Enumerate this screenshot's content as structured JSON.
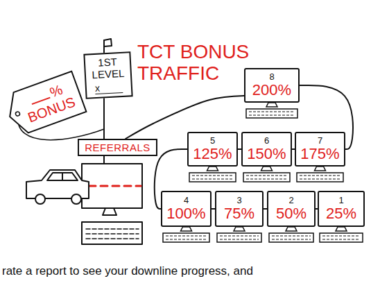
{
  "diagram": {
    "title": "TCT BONUS TRAFFIC",
    "nodes": [
      {
        "text": [
          "1ST LEVEL",
          "x"
        ]
      },
      {
        "text": [
          "%",
          "BONUS"
        ]
      },
      {
        "text": [
          "REFERRALS"
        ]
      },
      {
        "text": [
          "8",
          "200%"
        ]
      },
      {
        "text": [
          "5",
          "125%"
        ]
      },
      {
        "text": [
          "6",
          "150%"
        ]
      },
      {
        "text": [
          "7",
          "175%"
        ]
      },
      {
        "text": [
          "4",
          "100%"
        ]
      },
      {
        "text": [
          "3",
          "75%"
        ]
      },
      {
        "text": [
          "2",
          "50%"
        ]
      },
      {
        "text": [
          "1",
          "25%"
        ]
      }
    ],
    "edges": [
      {
        "from": 10,
        "to": 9,
        "arrow": "none"
      },
      {
        "from": 9,
        "to": 8,
        "arrow": "none"
      },
      {
        "from": 8,
        "to": 7,
        "arrow": "none"
      },
      {
        "from": 7,
        "to": 4,
        "arrow": "none"
      },
      {
        "from": 4,
        "to": 5,
        "arrow": "none"
      },
      {
        "from": 5,
        "to": 6,
        "arrow": "none"
      },
      {
        "from": 6,
        "to": 3,
        "arrow": "none"
      },
      {
        "from": 2,
        "to": 3,
        "arrow": "none"
      }
    ],
    "labels": [
      "rate a report to see your downline progress, and"
    ]
  }
}
